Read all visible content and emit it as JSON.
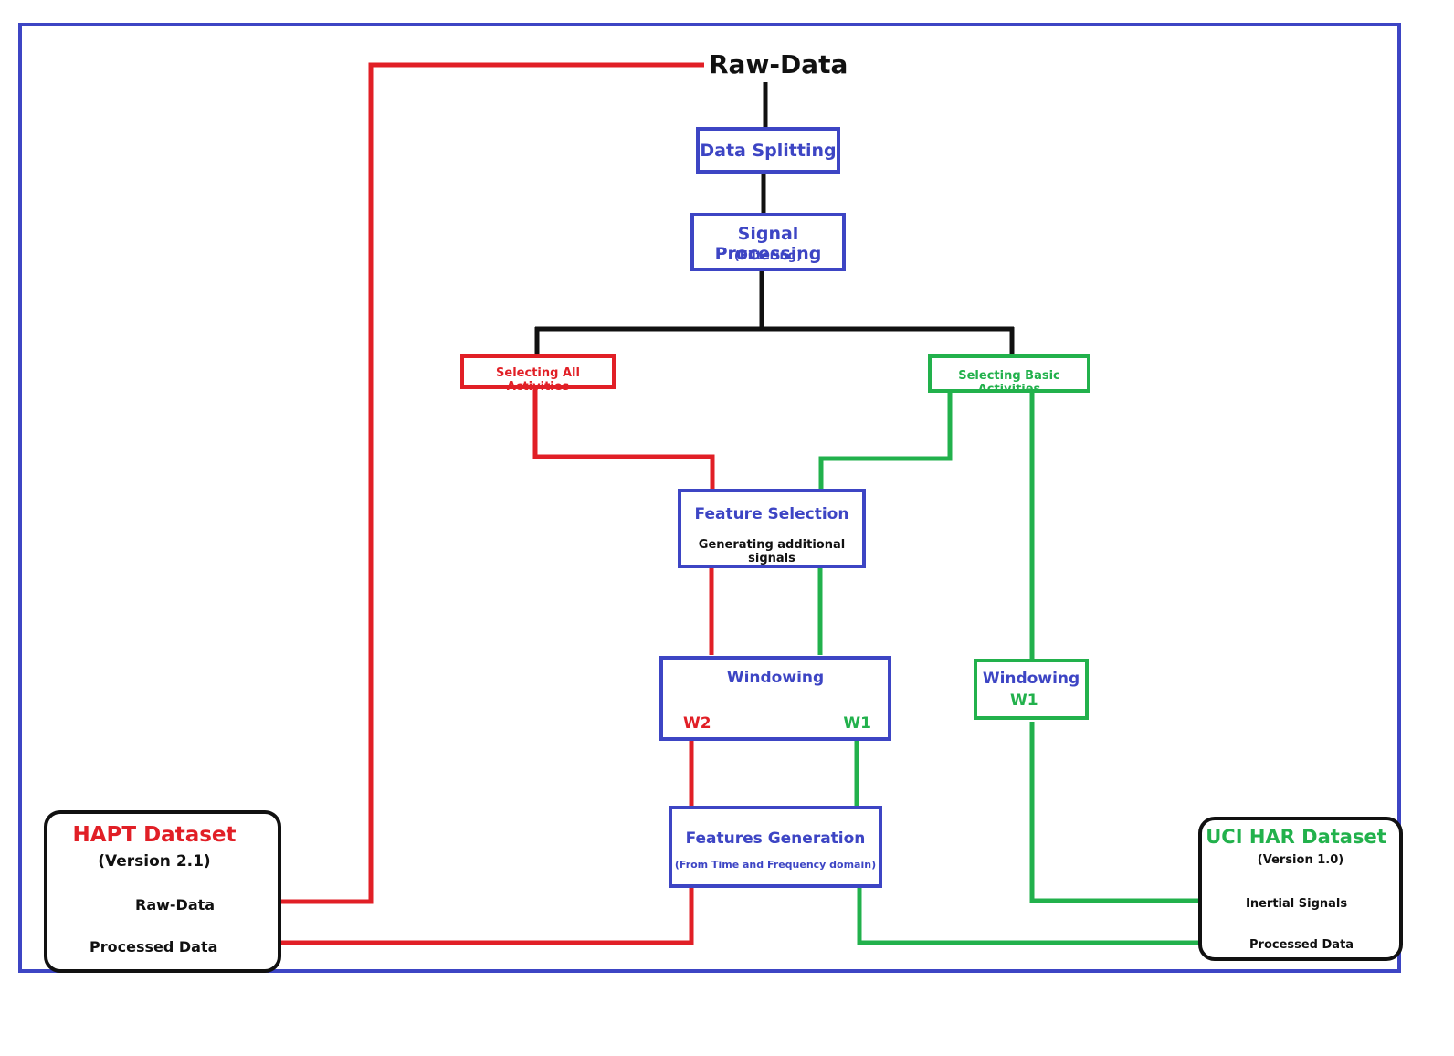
{
  "colors": {
    "frame": "#3d45c4",
    "blue": "#3d45c4",
    "red": "#e11f26",
    "green": "#22b14c",
    "black": "#111111"
  },
  "top_node": "Raw-Data",
  "data_splitting": "Data Splitting",
  "signal_processing": {
    "title": "Signal Processing",
    "subtitle": "(Filtering)"
  },
  "select_all": "Selecting All Activities",
  "select_basic": "Selecting Basic Activities",
  "feature_selection": {
    "title": "Feature Selection",
    "subtitle": "Generating additional signals"
  },
  "windowing_center": {
    "title": "Windowing",
    "w2": "W2",
    "w1": "W1"
  },
  "windowing_right": {
    "title": "Windowing",
    "w1": "W1"
  },
  "features_generation": {
    "title": "Features Generation",
    "subtitle": "(From Time and Frequency domain)"
  },
  "hapt": {
    "title": "HAPT Dataset",
    "version": "(Version 2.1)",
    "raw": "Raw-Data",
    "processed": "Processed Data"
  },
  "uci": {
    "title": "UCI HAR Dataset",
    "version": "(Version 1.0)",
    "inertial": "Inertial Signals",
    "processed": "Processed Data"
  }
}
